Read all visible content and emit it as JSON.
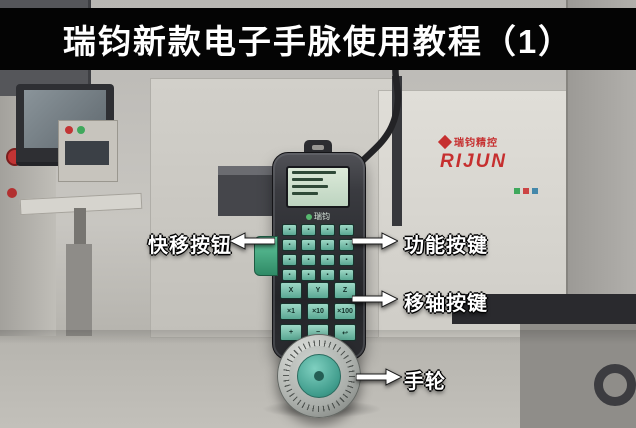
{
  "banner": {
    "title": "瑞钧新款电子手脉使用教程（1）"
  },
  "callouts": {
    "rapid_button": "快移按钮",
    "function_keys": "功能按键",
    "axis_keys": "移轴按键",
    "handwheel": "手轮"
  },
  "pendant": {
    "brand": "瑞钧",
    "keypad": {
      "top_keys": [
        "▪",
        "▪",
        "▪",
        "▪",
        "▪",
        "▪",
        "▪",
        "▪",
        "▪",
        "▪",
        "▪",
        "▪",
        "▪",
        "▪",
        "▪",
        "▪"
      ],
      "axis_row": [
        "X",
        "Y",
        "Z"
      ],
      "step_row": [
        "×1",
        "×10",
        "×100"
      ],
      "bottom_row": [
        "+",
        "−",
        "↩"
      ]
    }
  },
  "machine_logo": {
    "brand_cn": "瑞钧精控",
    "brand_en": "RIJUN"
  },
  "colors": {
    "banner_bg": "#000000",
    "label_text": "#ffffff",
    "key_teal": "#5aa893",
    "wheel_teal": "#3f9b8b",
    "logo_red": "#c62f2f"
  }
}
